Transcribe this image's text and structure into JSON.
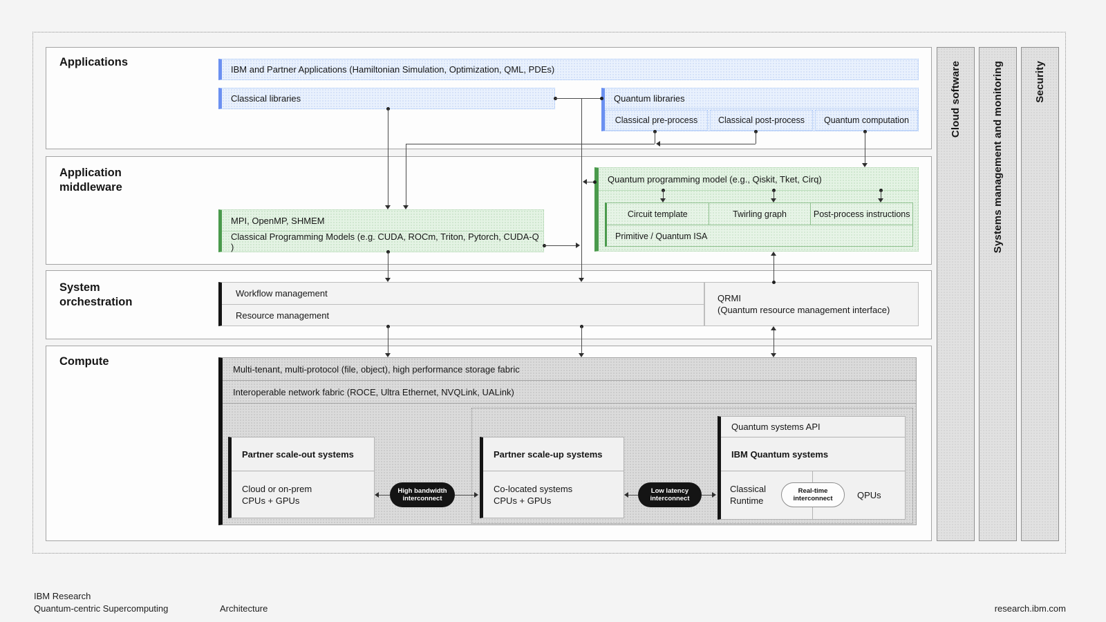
{
  "colors": {
    "background": "#f4f4f4",
    "blue_fill": "#e9f1fd",
    "blue_accent": "#6b90f1",
    "green_fill": "#e4f3e4",
    "green_accent": "#4a9a4c",
    "gray_fill": "#f3f3f3",
    "compute_fill": "#dbdbdb",
    "black_accent": "#141414",
    "connector_line": "#4a4a4a"
  },
  "sections": {
    "applications": {
      "label": "Applications",
      "ibm_partner_apps": "IBM and Partner Applications (Hamiltonian Simulation, Optimization, QML, PDEs)",
      "classical_libraries": "Classical libraries",
      "quantum_libraries": {
        "title": "Quantum libraries",
        "cells": [
          "Classical pre-process",
          "Classical post-process",
          "Quantum computation"
        ]
      }
    },
    "middleware": {
      "label": "Application middleware",
      "classical_models": [
        "MPI, OpenMP, SHMEM",
        "Classical Programming Models (e.g. CUDA, ROCm, Triton, Pytorch, CUDA-Q )"
      ],
      "quantum_model": {
        "title": "Quantum programming model (e.g., Qiskit, Tket, Cirq)",
        "cells": [
          "Circuit template",
          "Twirling graph",
          "Post-process instructions"
        ],
        "bottom": "Primitive / Quantum ISA"
      }
    },
    "orchestration": {
      "label": "System orchestration",
      "rows": [
        "Workflow management",
        "Resource management"
      ],
      "qrmi": {
        "line1": "QRMI",
        "line2": "(Quantum resource management interface)"
      }
    },
    "compute": {
      "label": "Compute",
      "storage_fabric": "Multi-tenant, multi-protocol (file, object), high performance storage fabric",
      "network_fabric": "Interoperable network fabric (ROCE, Ultra Ethernet, NVQLink, UALink)",
      "scale_out": {
        "title": "Partner scale-out systems",
        "body": "Cloud or on-prem\nCPUs + GPUs"
      },
      "scale_up": {
        "title": "Partner scale-up systems",
        "body": "Co-located systems\nCPUs + GPUs"
      },
      "ibm_quantum": {
        "api": "Quantum systems API",
        "title": "IBM Quantum systems",
        "runtime": "Classical\nRuntime",
        "qpus": "QPUs"
      },
      "interconnects": {
        "high_bandwidth": "High bandwidth\ninterconnect",
        "low_latency": "Low latency\ninterconnect",
        "real_time": "Real-time\ninterconnect"
      }
    }
  },
  "side_bars": [
    {
      "label": "Cloud software"
    },
    {
      "label": "Systems management and monitoring"
    },
    {
      "label": "Security"
    }
  ],
  "footer": {
    "org": "IBM Research",
    "product": "Quantum-centric Supercomputing",
    "doc_title": "Architecture",
    "site": "research.ibm.com"
  }
}
